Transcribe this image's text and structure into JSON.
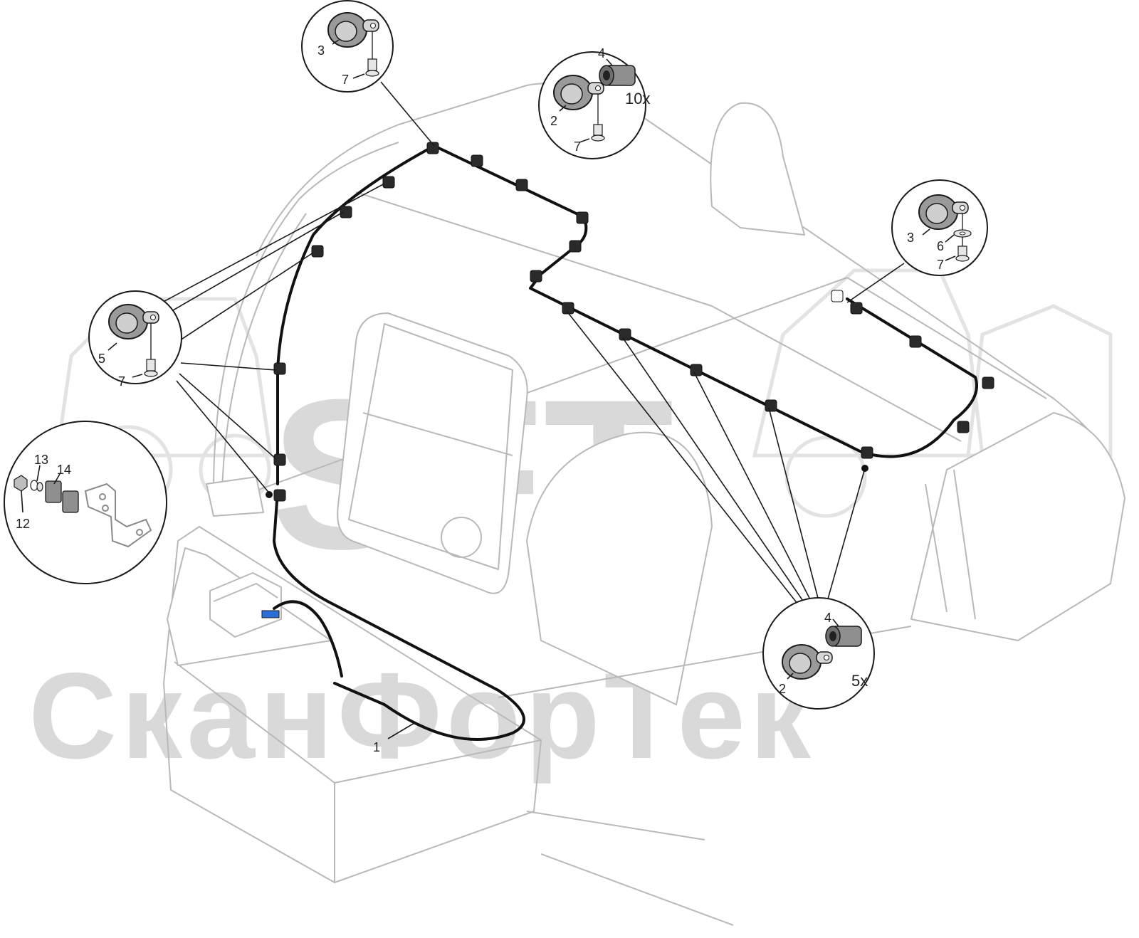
{
  "watermark": {
    "logo": "SFT",
    "text": "СканФорТек"
  },
  "details": {
    "top_left": {
      "labels": [
        "3",
        "7"
      ]
    },
    "top_center": {
      "labels": [
        "4",
        "2",
        "7"
      ],
      "qty": "10x"
    },
    "right": {
      "labels": [
        "3",
        "6",
        "7"
      ]
    },
    "left": {
      "labels": [
        "5",
        "7"
      ]
    },
    "bracket": {
      "labels": [
        "13",
        "14",
        "12"
      ]
    },
    "bottom_right": {
      "labels": [
        "4",
        "2"
      ],
      "qty": "5x"
    }
  },
  "main_labels": {
    "cable": "1"
  },
  "colors": {
    "line": "#1a1a1a",
    "body": "#b9b9b9",
    "watermark": "#d9d9d9",
    "connector": "#2b6fd6"
  }
}
